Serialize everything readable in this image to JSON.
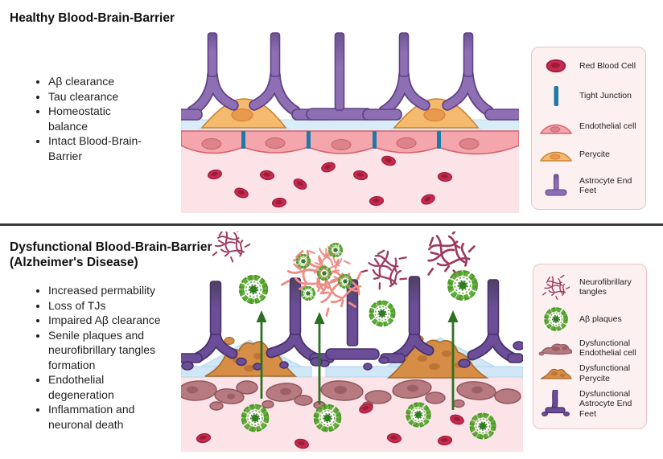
{
  "healthy": {
    "title": "Healthy Blood-Brain-Barrier",
    "bullets": [
      "Aβ clearance",
      "Tau clearance",
      "Homeostatic balance",
      "Intact Blood-Brain-Barrier"
    ],
    "legend": {
      "items": [
        {
          "icon": "red-blood-cell-icon",
          "label": "Red Blood Cell"
        },
        {
          "icon": "tight-junction-icon",
          "label": "Tight Junction"
        },
        {
          "icon": "endothelial-cell-icon",
          "label": "Endothelial cell"
        },
        {
          "icon": "pericyte-icon",
          "label": "Perycite"
        },
        {
          "icon": "astrocyte-end-feet-icon",
          "label": "Astrocyte End Feet"
        }
      ]
    }
  },
  "dysfunctional": {
    "title_line1": "Dysfunctional Blood-Brain-Barrier",
    "title_line2": "(Alzheimer's Disease)",
    "bullets": [
      "Increased permability",
      "Loss of TJs",
      "Impaired Aβ clearance",
      "Senile plaques and neurofibrillary tangles formation",
      "Endothelial degeneration",
      "Inflammation and neuronal death"
    ],
    "legend": {
      "items": [
        {
          "icon": "neurofibrillary-tangles-icon",
          "label": "Neurofibrillary tangles"
        },
        {
          "icon": "abeta-plaque-icon",
          "label": "Aβ plaques"
        },
        {
          "icon": "dysfunctional-endothelial-cell-icon",
          "label": "Dysfunctional Endothelial cell"
        },
        {
          "icon": "dysfunctional-pericyte-icon",
          "label": "Dysfunctional Perycite"
        },
        {
          "icon": "dysfunctional-astrocyte-end-feet-icon",
          "label": "Dysfunctional Astrocyte End Feet"
        }
      ]
    }
  },
  "colors": {
    "astrocyte_purple": "#8f6fb4",
    "dysfunctional_astrocyte_purple": "#6b4e97",
    "pericyte_orange": "#f6ba6e",
    "dysfunctional_pericyte_brown": "#d68e47",
    "endothelial_pink": "#f4a6ac",
    "dysfunctional_endothelial_mauve": "#b87a81",
    "tight_junction_teal": "#1b7aa8",
    "red_blood_cell": "#c72a4d",
    "abeta_plaque_green": "#44951f",
    "tangle_maroon": "#9d3a5f",
    "tangle_salmon": "#ee8d86",
    "lumen_pink": "#fbe3e7",
    "basement_membrane_blue": "#d9edf8",
    "legend_background": "#fdf0f1",
    "arrow_green": "#2c7222"
  }
}
